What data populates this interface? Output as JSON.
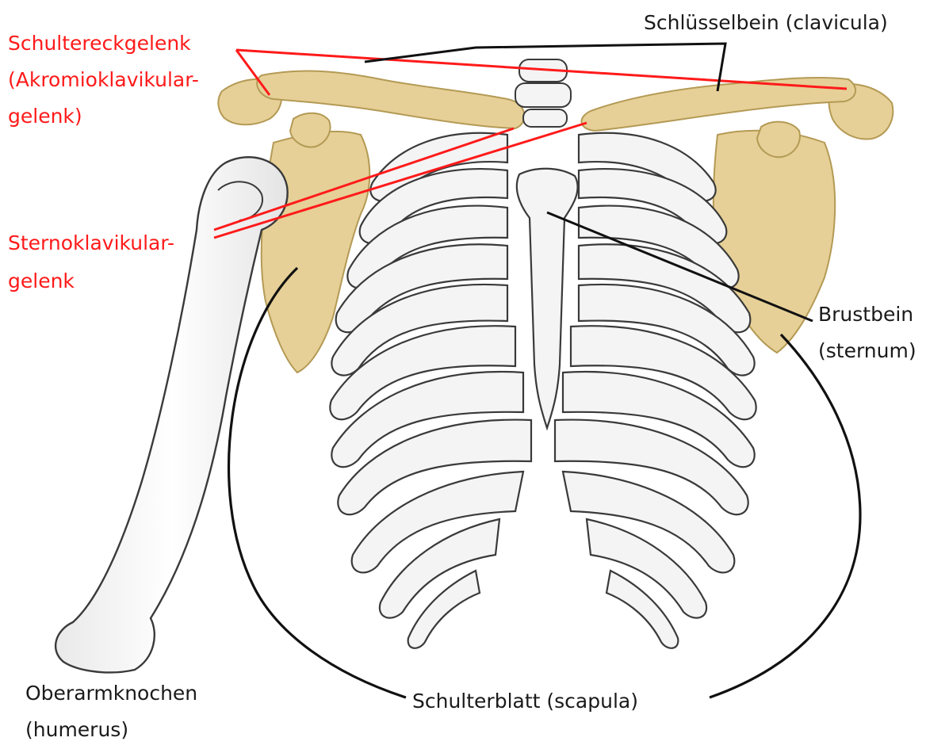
{
  "labels": {
    "clavicle": "Schlüsselbein (clavicula)",
    "ac_joint": [
      "Schultereckgelenk",
      "(Akromioklavikular-",
      "gelenk)"
    ],
    "sc_joint": [
      "Sternoklavikular-",
      "gelenk"
    ],
    "sternum": [
      "Brustbein",
      "(sternum)"
    ],
    "humerus": [
      "Oberarmknochen",
      "(humerus)"
    ],
    "scapula": "Schulterblatt (scapula)"
  },
  "colors": {
    "joint_label": "#ff1a1a",
    "bone_label": "#1a1a1a",
    "bone_fill": "#f4f4f4",
    "bone_outline": "#3a3a3a",
    "shoulder_bone_fill": "#e6d097",
    "rib_interior": "#c9c9c9",
    "leader_red": "#ff1a1a",
    "leader_black": "#111111"
  }
}
